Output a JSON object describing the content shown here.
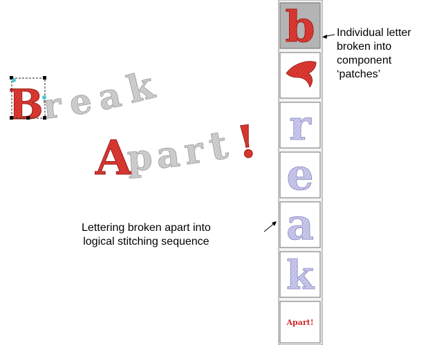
{
  "artwork": {
    "line1": [
      "B",
      "r",
      "e",
      "a",
      "k"
    ],
    "line2": [
      "A",
      "p",
      "a",
      "r",
      "t",
      "!"
    ],
    "accent_color": "#d7322e",
    "body_color": "#c9c9c9",
    "selected_letter": "B"
  },
  "sequence_panel": {
    "items": [
      {
        "glyph": "b",
        "kind": "letter",
        "color": "#cf2828",
        "selected": true
      },
      {
        "glyph": "patch",
        "kind": "patch",
        "color": "#cf2828",
        "selected": false
      },
      {
        "glyph": "r",
        "kind": "letter",
        "color": "#b8b8e0",
        "selected": false
      },
      {
        "glyph": "e",
        "kind": "letter",
        "color": "#b8b8e0",
        "selected": false
      },
      {
        "glyph": "a",
        "kind": "letter",
        "color": "#b8b8e0",
        "selected": false
      },
      {
        "glyph": "k",
        "kind": "letter",
        "color": "#b8b8e0",
        "selected": false
      },
      {
        "glyph": "Apart!",
        "kind": "word",
        "color": "#cf2828",
        "selected": false
      }
    ],
    "selected_fill": "#b4b4b4"
  },
  "callouts": {
    "patch_note": [
      "Individual letter",
      "broken into",
      "component",
      "‘patches’"
    ],
    "sequence_note": [
      "Lettering broken apart into",
      "logical stitching sequence"
    ]
  }
}
